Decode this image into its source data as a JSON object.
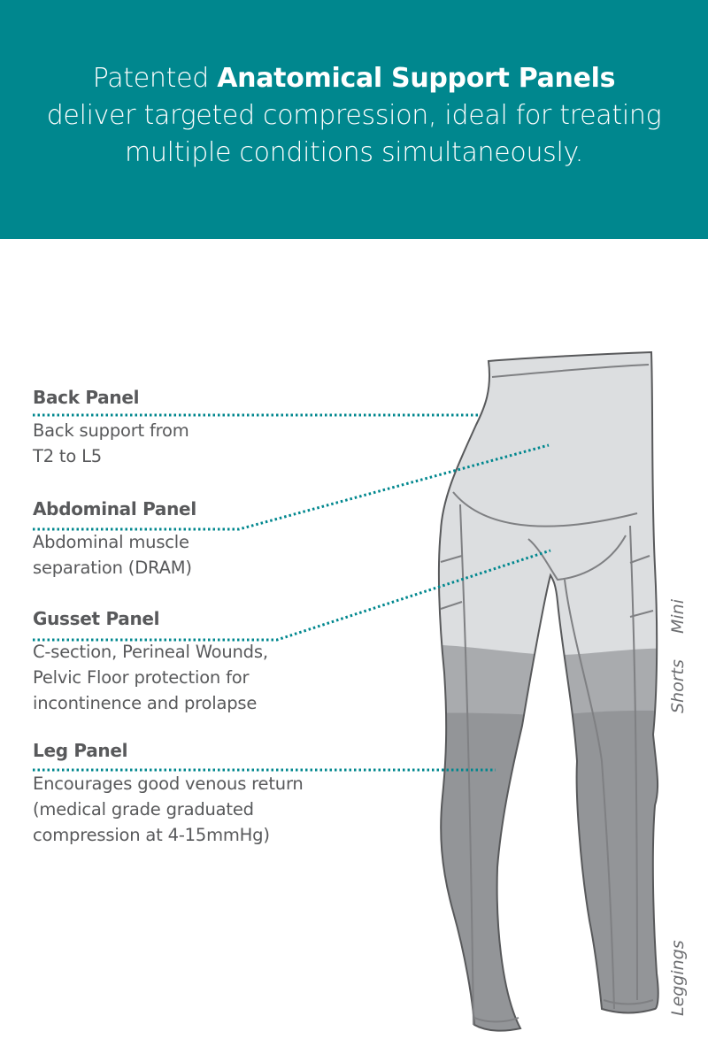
{
  "banner": {
    "prefix": "Patented ",
    "bold": "Anatomical Support Panels",
    "suffix": " deliver targeted compression, ideal for treating multiple conditions simultaneously.",
    "background": "#00878e"
  },
  "panels": [
    {
      "title": "Back Panel",
      "description": "Back support from\nT2 to L5"
    },
    {
      "title": "Abdominal Panel",
      "description": "Abdominal muscle\nseparation (DRAM)"
    },
    {
      "title": "Gusset Panel",
      "description": "C-section, Perineal Wounds,\nPelvic Floor protection for\nincontinence and prolapse"
    },
    {
      "title": "Leg Panel",
      "description": "Encourages good venous return\n(medical grade graduated\ncompression at 4-15mmHg)"
    }
  ],
  "variants": [
    {
      "label": "Mini"
    },
    {
      "label": "Shorts"
    },
    {
      "label": "Leggings"
    }
  ],
  "colors": {
    "accent": "#00878e",
    "text": "#58595b",
    "zone_mini": "#dcdee0",
    "zone_shorts": "#a9abae",
    "zone_leggings": "#939598",
    "outline": "#58595b"
  }
}
